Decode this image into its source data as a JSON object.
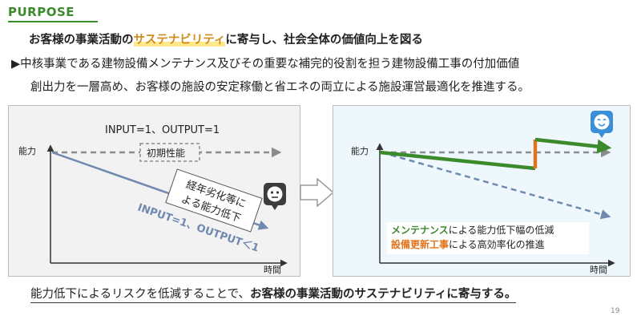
{
  "header": {
    "section": "PURPOSE"
  },
  "headline": {
    "prefix": "お客様の事業活動の",
    "highlight": "サステナビリティ",
    "suffix": "に寄与し、社会全体の価値向上を図る"
  },
  "body": {
    "line1": "▶中核事業である建物設備メンテナンス及びその重要な補完的役割を担う建物設備工事の付加価値",
    "line2": "創出力を一層高め、お客様の施設の安定稼働と省エネの両立による施設運営最適化を推進する。"
  },
  "left_diagram": {
    "caption": "INPUT=1、OUTPUT=1",
    "y_axis": "能力",
    "x_axis": "時間",
    "initial_label": "初期性能",
    "decline_label_1": "経年劣化等に",
    "decline_label_2": "よる能力低下",
    "output_label": "INPUT=1、OUTPUT＜1"
  },
  "right_diagram": {
    "y_axis": "能力",
    "x_axis": "時間",
    "legend1_green": "メンテナンス",
    "legend1_rest": "による能力低下幅の低減",
    "legend2_orange": "設備更新工事",
    "legend2_rest": "による高効率化の推進"
  },
  "colors": {
    "accent_green": "#3b8a2c",
    "accent_orange": "#e0741c",
    "decline_blue": "#7089b0",
    "happy_icon": "#3a8fd8",
    "neutral_icon": "#3c3c3c"
  },
  "icons": {
    "left": "neutral-face-icon",
    "right": "smiling-face-icon",
    "arrow": "right-arrow-icon"
  },
  "footer": {
    "normal": "能力低下によるリスクを低減することで、",
    "bold": "お客様の事業活動のサステナビリティに寄与する。"
  },
  "page_number": "19"
}
